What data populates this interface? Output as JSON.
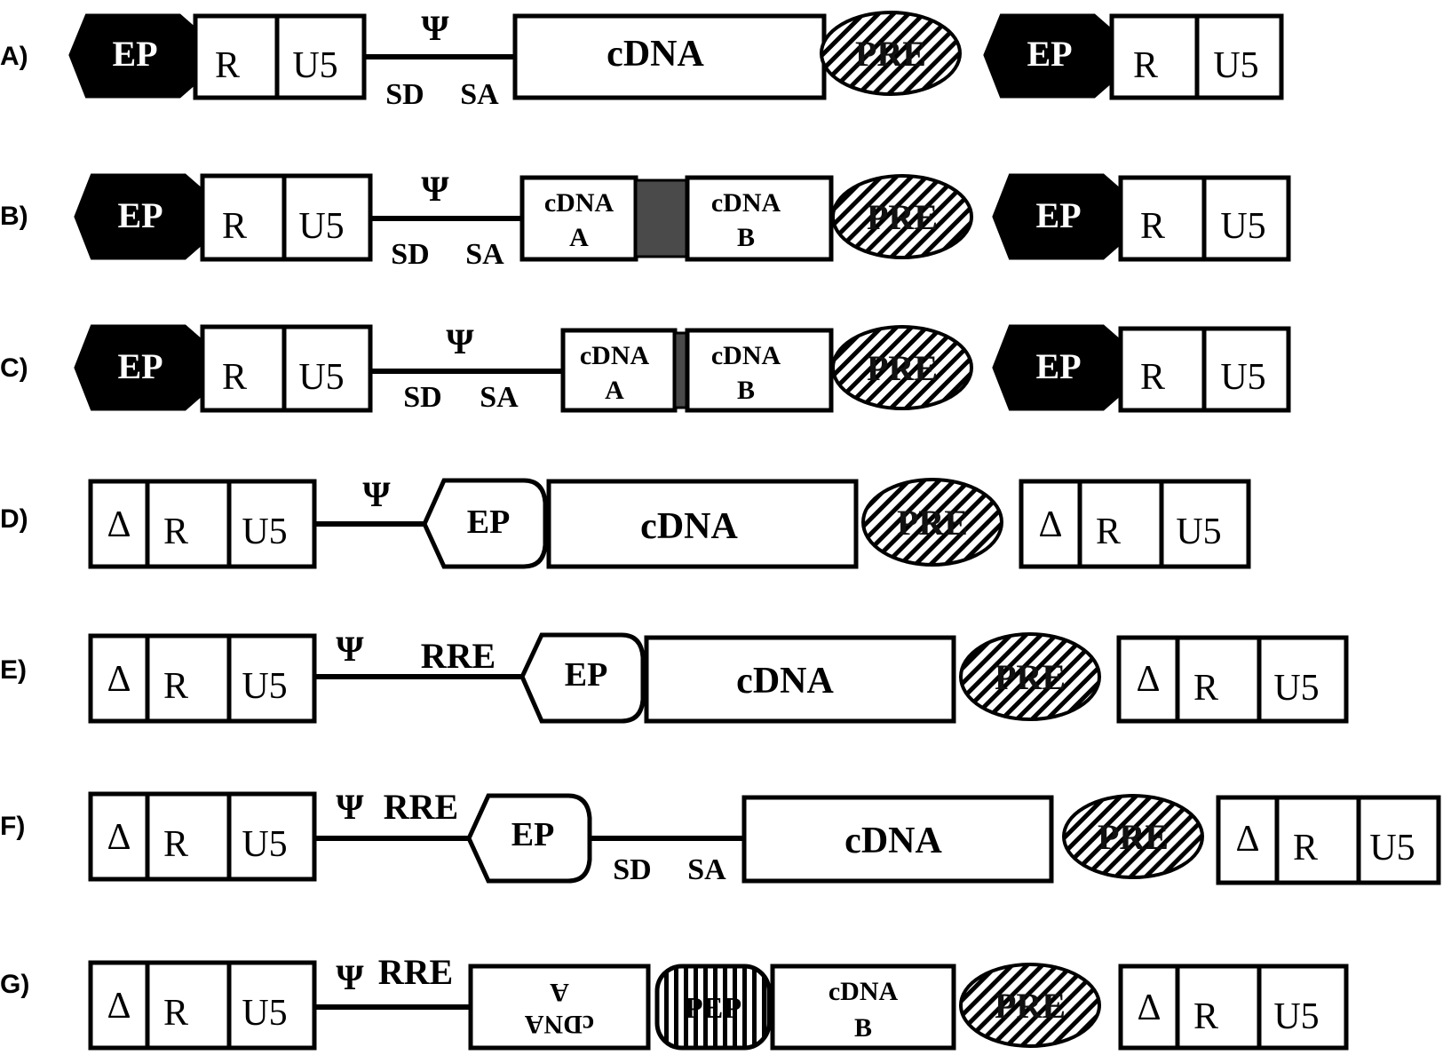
{
  "rows": [
    {
      "id": "A",
      "label": "A)"
    },
    {
      "id": "B",
      "label": "B)"
    },
    {
      "id": "C",
      "label": "C)"
    },
    {
      "id": "D",
      "label": "D)"
    },
    {
      "id": "E",
      "label": "E)"
    },
    {
      "id": "F",
      "label": "F)"
    },
    {
      "id": "G",
      "label": "G)"
    }
  ],
  "text": {
    "ep": "EP",
    "r": "R",
    "u5": "U5",
    "psi": "Ψ",
    "sd": "SD",
    "sa": "SA",
    "cdna": "cDNA",
    "cdna_a": "A",
    "cdna_b": "B",
    "pre": "PRE",
    "pep": "PEP",
    "rre": "RRE",
    "delta": "Δ"
  },
  "colors": {
    "ep_dark": "#000000",
    "spacer": "#4a4a4a",
    "background": "#ffffff"
  }
}
